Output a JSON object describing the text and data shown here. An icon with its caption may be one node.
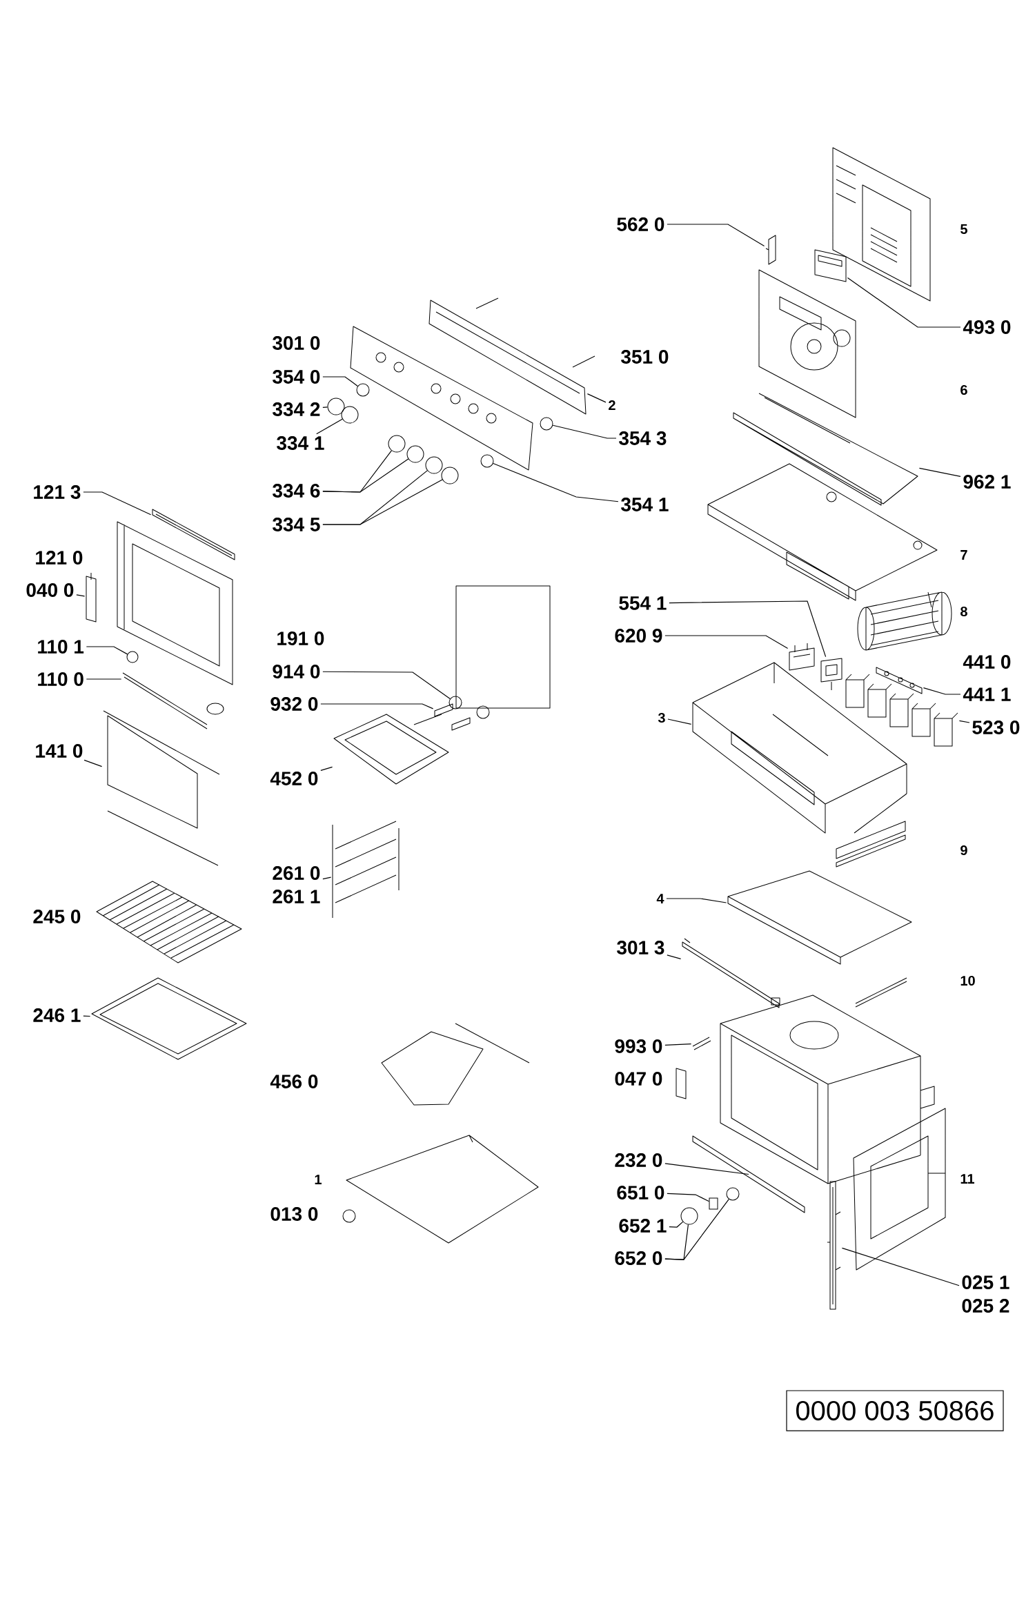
{
  "diagram": {
    "nodes": [
      {
        "text": [
          "562 0"
        ]
      },
      {
        "text": [
          "493 0"
        ]
      },
      {
        "text": [
          "354 0"
        ]
      },
      {
        "text": [
          "334 2"
        ]
      },
      {
        "text": [
          "2"
        ]
      },
      {
        "text": [
          "334 1"
        ]
      },
      {
        "text": [
          "354 3"
        ]
      },
      {
        "text": [
          "962 1"
        ]
      },
      {
        "text": [
          "334 6"
        ]
      },
      {
        "text": [
          "121 3"
        ]
      },
      {
        "text": [
          "334 5"
        ]
      },
      {
        "text": [
          "354 1"
        ]
      },
      {
        "text": [
          "040 0"
        ]
      },
      {
        "text": [
          "554 1"
        ]
      },
      {
        "text": [
          "914 0"
        ]
      },
      {
        "text": [
          "620 9"
        ]
      },
      {
        "text": [
          "110 1"
        ]
      },
      {
        "text": [
          "441 1"
        ]
      },
      {
        "text": [
          "932 0"
        ]
      },
      {
        "text": [
          "110 0"
        ]
      },
      {
        "text": [
          "3"
        ]
      },
      {
        "text": [
          "523 0"
        ]
      },
      {
        "text": [
          "141 0"
        ]
      },
      {
        "text": [
          "452 0"
        ]
      },
      {
        "text": [
          "261 0",
          "261 1"
        ]
      },
      {
        "text": [
          "4"
        ]
      },
      {
        "text": [
          "301 3"
        ]
      },
      {
        "text": [
          "246 1"
        ]
      },
      {
        "text": [
          "993 0"
        ]
      },
      {
        "text": [
          "232 0"
        ]
      },
      {
        "text": [
          "651 0"
        ]
      },
      {
        "text": [
          "652 1"
        ]
      },
      {
        "text": [
          "652 0"
        ]
      },
      {
        "text": [
          "025 1",
          "025 2"
        ]
      },
      {
        "text": [
          "0000 003 50866"
        ]
      },
      {
        "text": [],
        "shape": "picture"
      },
      {
        "text": [],
        "shape": "picture"
      },
      {
        "text": [],
        "shape": "circle"
      },
      {
        "text": [],
        "shape": "circle"
      },
      {
        "text": [],
        "shape": "picture"
      },
      {
        "text": [],
        "shape": "circle"
      },
      {
        "text": [],
        "shape": "circle"
      },
      {
        "text": [],
        "shape": "picture"
      },
      {
        "text": [],
        "shape": "circle"
      },
      {
        "text": [],
        "shape": "circle"
      },
      {
        "text": [],
        "shape": "circle"
      },
      {
        "text": [],
        "shape": "circle"
      },
      {
        "text": [],
        "shape": "circle"
      },
      {
        "text": [],
        "shape": "picture"
      },
      {
        "text": [],
        "shape": "picture"
      },
      {
        "text": [],
        "shape": "picture"
      },
      {
        "text": [],
        "shape": "circle"
      },
      {
        "text": [],
        "shape": "picture"
      },
      {
        "text": [],
        "shape": "circle"
      },
      {
        "text": [],
        "shape": "picture"
      },
      {
        "text": [],
        "shape": "picture"
      },
      {
        "text": [],
        "shape": "picture"
      },
      {
        "text": [],
        "shape": "picture"
      },
      {
        "text": [],
        "shape": "picture"
      },
      {
        "text": [],
        "shape": "picture"
      },
      {
        "text": [],
        "shape": "picture"
      },
      {
        "text": [],
        "shape": "picture"
      },
      {
        "text": [],
        "shape": "picture"
      },
      {
        "text": [],
        "shape": "picture"
      },
      {
        "text": [],
        "shape": "picture"
      },
      {
        "text": [],
        "shape": "picture"
      },
      {
        "text": [],
        "shape": "picture"
      },
      {
        "text": [],
        "shape": "box"
      },
      {
        "text": [],
        "shape": "circle"
      },
      {
        "text": [],
        "shape": "circle"
      },
      {
        "text": [],
        "shape": "picture"
      }
    ],
    "edges": [
      {
        "from": 0,
        "to": 35,
        "arrow": "none"
      },
      {
        "from": 1,
        "to": 36,
        "arrow": "none"
      },
      {
        "from": 2,
        "to": 37,
        "arrow": "none"
      },
      {
        "from": 3,
        "to": 38,
        "arrow": "none"
      },
      {
        "from": 4,
        "to": 39,
        "arrow": "none"
      },
      {
        "from": 5,
        "to": 40,
        "arrow": "none"
      },
      {
        "from": 6,
        "to": 41,
        "arrow": "none"
      },
      {
        "from": 7,
        "to": 42,
        "arrow": "none"
      },
      {
        "from": 8,
        "to": 43,
        "arrow": "none"
      },
      {
        "from": 8,
        "to": 44,
        "arrow": "none"
      },
      {
        "from": 10,
        "to": 45,
        "arrow": "none"
      },
      {
        "from": 10,
        "to": 46,
        "arrow": "none"
      },
      {
        "from": 11,
        "to": 47,
        "arrow": "none"
      },
      {
        "from": 9,
        "to": 48,
        "arrow": "none"
      },
      {
        "from": 12,
        "to": 49,
        "arrow": "none"
      },
      {
        "from": 13,
        "to": 50,
        "arrow": "none"
      },
      {
        "from": 14,
        "to": 51,
        "arrow": "none"
      },
      {
        "from": 15,
        "to": 52,
        "arrow": "none"
      },
      {
        "from": 16,
        "to": 53,
        "arrow": "none"
      },
      {
        "from": 17,
        "to": 54,
        "arrow": "none"
      },
      {
        "from": 18,
        "to": 55,
        "arrow": "none"
      },
      {
        "from": 19,
        "to": 56,
        "arrow": "none"
      },
      {
        "from": 20,
        "to": 57,
        "arrow": "none"
      },
      {
        "from": 21,
        "to": 58,
        "arrow": "none"
      },
      {
        "from": 22,
        "to": 59,
        "arrow": "none"
      },
      {
        "from": 23,
        "to": 60,
        "arrow": "none"
      },
      {
        "from": 24,
        "to": 61,
        "arrow": "none"
      },
      {
        "from": 25,
        "to": 62,
        "arrow": "none"
      },
      {
        "from": 26,
        "to": 63,
        "arrow": "none"
      },
      {
        "from": 27,
        "to": 64,
        "arrow": "none"
      },
      {
        "from": 28,
        "to": 65,
        "arrow": "none"
      },
      {
        "from": 29,
        "to": 66,
        "arrow": "none"
      },
      {
        "from": 30,
        "to": 67,
        "arrow": "none"
      },
      {
        "from": 31,
        "to": 68,
        "arrow": "none"
      },
      {
        "from": 32,
        "to": 68,
        "arrow": "none"
      },
      {
        "from": 32,
        "to": 69,
        "arrow": "none"
      },
      {
        "from": 33,
        "to": 70,
        "arrow": "none"
      }
    ],
    "labels": [
      "5",
      "301 0",
      "351 0",
      "6",
      "7",
      "121 0",
      "8",
      "191 0",
      "441 0",
      "9",
      "245 0",
      "10",
      "047 0",
      "456 0",
      "11",
      "1",
      "013 0"
    ]
  }
}
